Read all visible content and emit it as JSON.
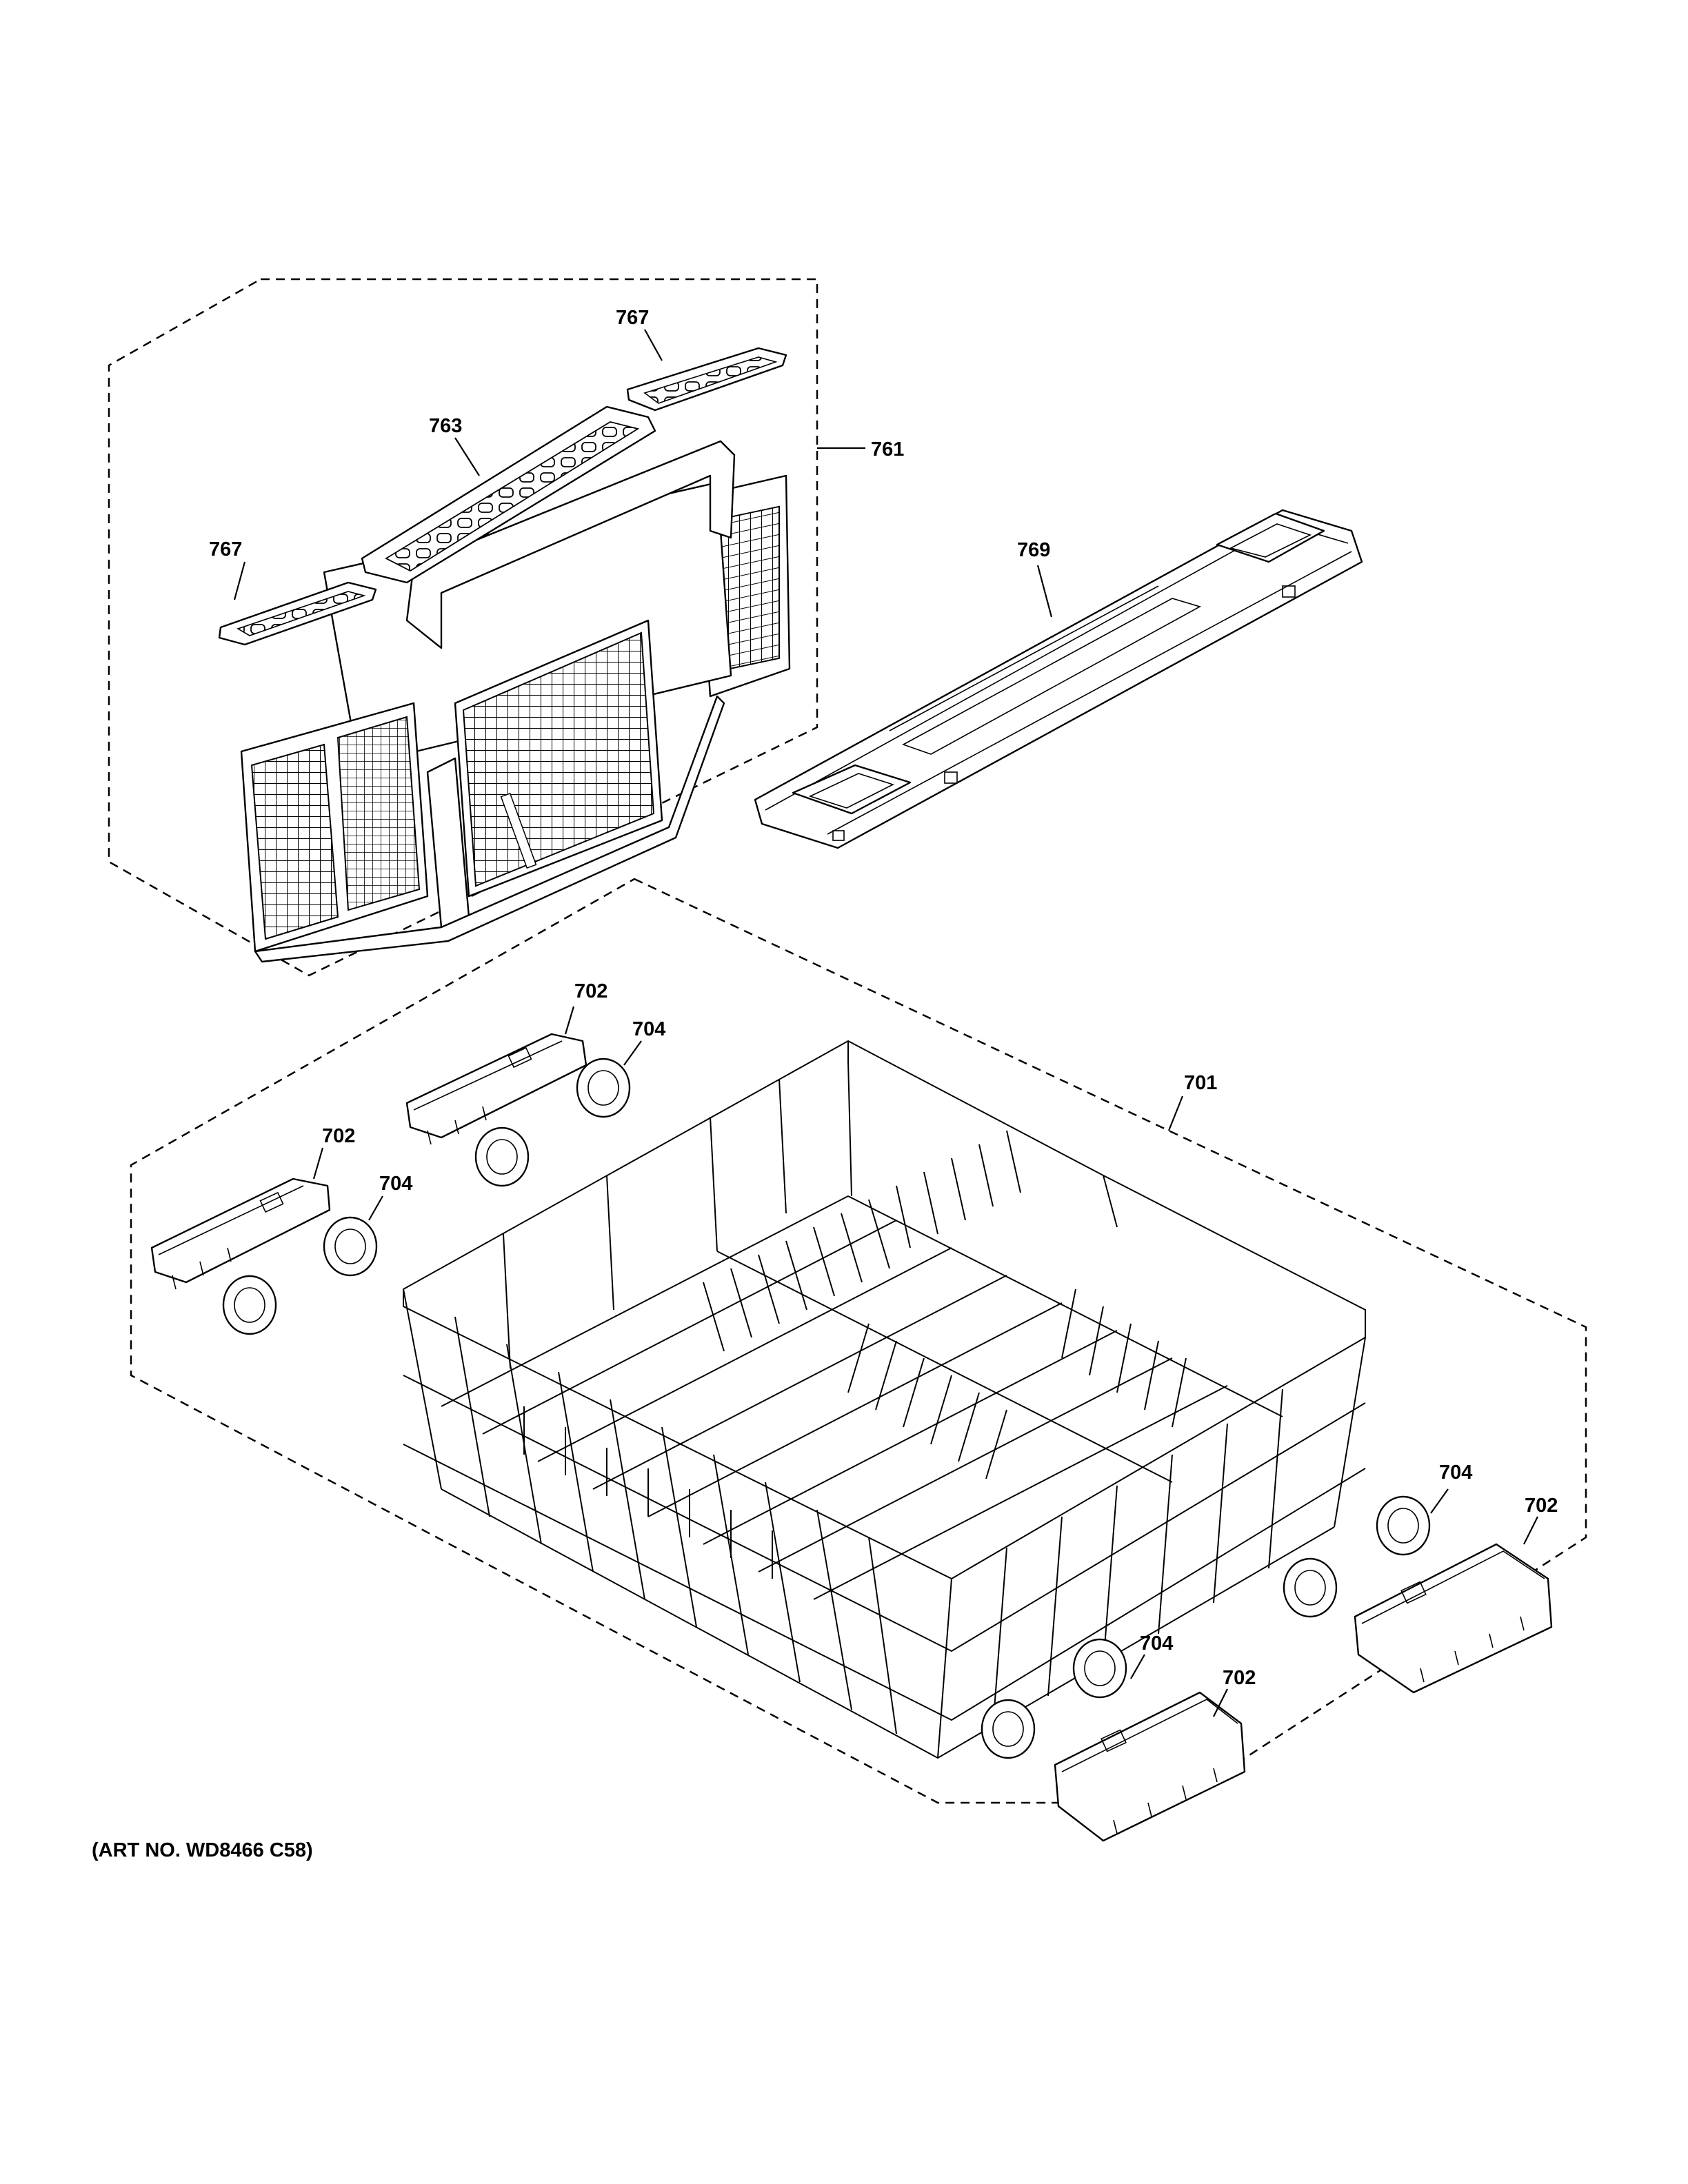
{
  "diagram": {
    "art_number": "(ART NO. WD8466 C58)",
    "callouts": {
      "c767_top": "767",
      "c763": "763",
      "c767_left": "767",
      "c761": "761",
      "c769": "769",
      "c701": "701",
      "c702_a": "702",
      "c704_a": "704",
      "c702_b": "702",
      "c704_b": "704",
      "c704_c": "704",
      "c702_c": "702",
      "c704_d": "704",
      "c702_d": "702"
    },
    "colors": {
      "line": "#000000",
      "background": "#ffffff"
    }
  }
}
